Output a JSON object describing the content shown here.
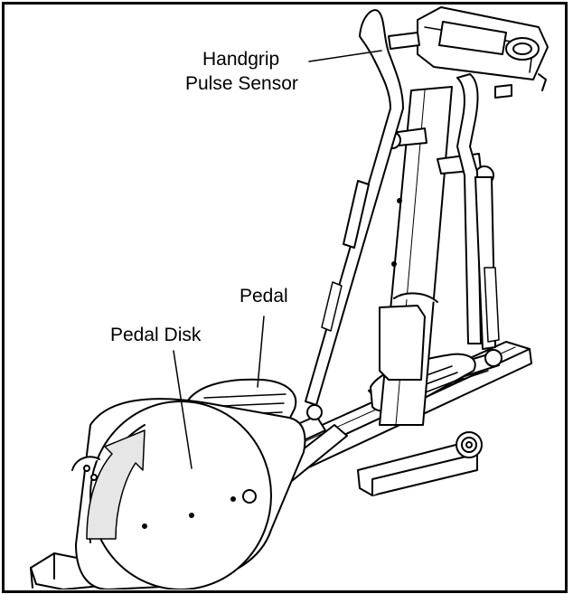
{
  "labels": {
    "handgrip_line1": "Handgrip",
    "handgrip_line2": "Pulse Sensor",
    "pedal": "Pedal",
    "pedal_disk": "Pedal Disk"
  },
  "colors": {
    "line": "#000000",
    "background": "#ffffff",
    "arrow_fill": "#e6e6e6"
  },
  "icons": {
    "rotation_arrow": "curved-arrow-icon"
  }
}
